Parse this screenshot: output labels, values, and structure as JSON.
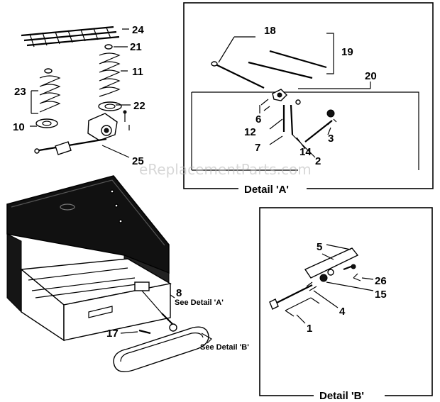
{
  "watermark": "eReplacementParts.com",
  "callouts": {
    "c24": "24",
    "c21": "21",
    "c11": "11",
    "c23": "23",
    "c22": "22",
    "c10": "10",
    "c25": "25",
    "c18": "18",
    "c19": "19",
    "c20": "20",
    "c6": "6",
    "c12": "12",
    "c7": "7",
    "c14": "14",
    "c3": "3",
    "c2": "2",
    "c8": "8",
    "c17": "17",
    "c5": "5",
    "c26": "26",
    "c15": "15",
    "c4": "4",
    "c1": "1"
  },
  "refs": {
    "see_detail_a": "See Detail 'A'",
    "see_detail_b": "See Detail 'B'"
  },
  "captions": {
    "detail_a": "Detail 'A'",
    "detail_b": "Detail 'B'"
  }
}
